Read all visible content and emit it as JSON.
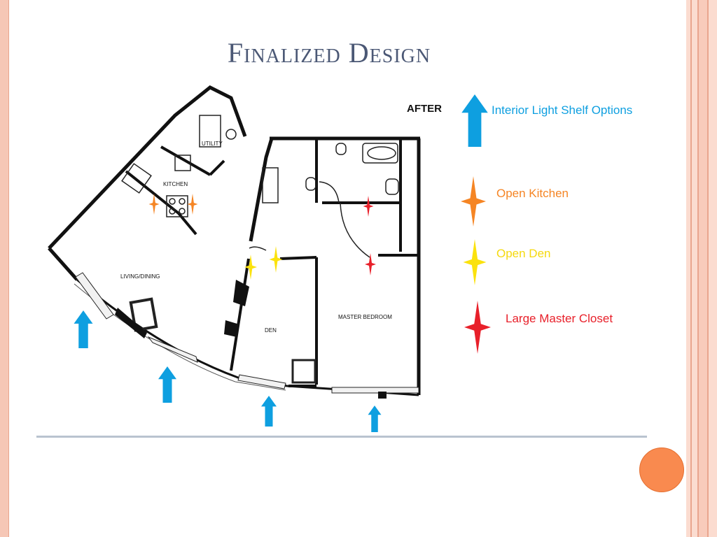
{
  "slide": {
    "title": "Finalized Design",
    "after_label": "AFTER"
  },
  "legend": [
    {
      "label": "Interior Light Shelf Options",
      "color": "#0e9fe0",
      "icon": "blue-arrow-icon"
    },
    {
      "label": "Open Kitchen",
      "color": "#f58524",
      "icon": "orange-star-icon"
    },
    {
      "label": "Open Den",
      "color": "#fbe20d",
      "icon": "yellow-star-icon"
    },
    {
      "label": "Large Master Closet",
      "color": "#e8202a",
      "icon": "red-star-icon"
    }
  ],
  "rooms": {
    "utility": "UTILITY",
    "kitchen": "KITCHEN",
    "living": "LIVING/DINING",
    "den": "DEN",
    "master": "MASTER BEDROOM"
  }
}
